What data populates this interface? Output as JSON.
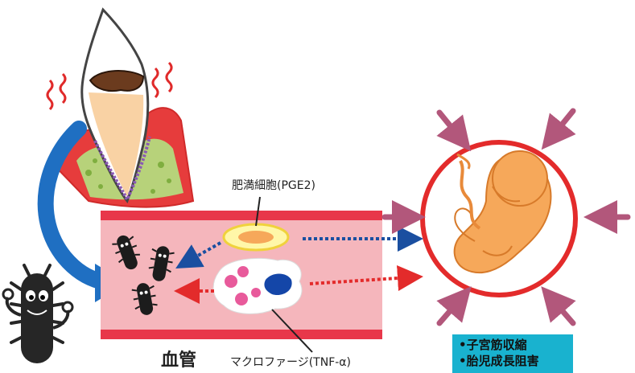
{
  "labels": {
    "mast_cell": "肥満細胞(PGE2)",
    "macrophage": "マクロファージ(TNF-α)",
    "blood_vessel": "血管"
  },
  "effects_box": {
    "items": [
      "•子宮筋収縮",
      "•胎児成長阻害"
    ]
  },
  "colors": {
    "vessel_wall": "#e8374a",
    "vessel_fill": "#f5b6bc",
    "gum": "#e63c3c",
    "bone": "#b7d27a",
    "tooth_root": "#f9d2a4",
    "fetus": "#f6a85a",
    "womb_ring": "#e32b2b",
    "inward_arrows": "#b2577b",
    "big_arrow": "#1f6fc2",
    "blue_dotted": "#1a4fa0",
    "red_dotted": "#e32b2b",
    "effects_box": "#19b2cf"
  }
}
